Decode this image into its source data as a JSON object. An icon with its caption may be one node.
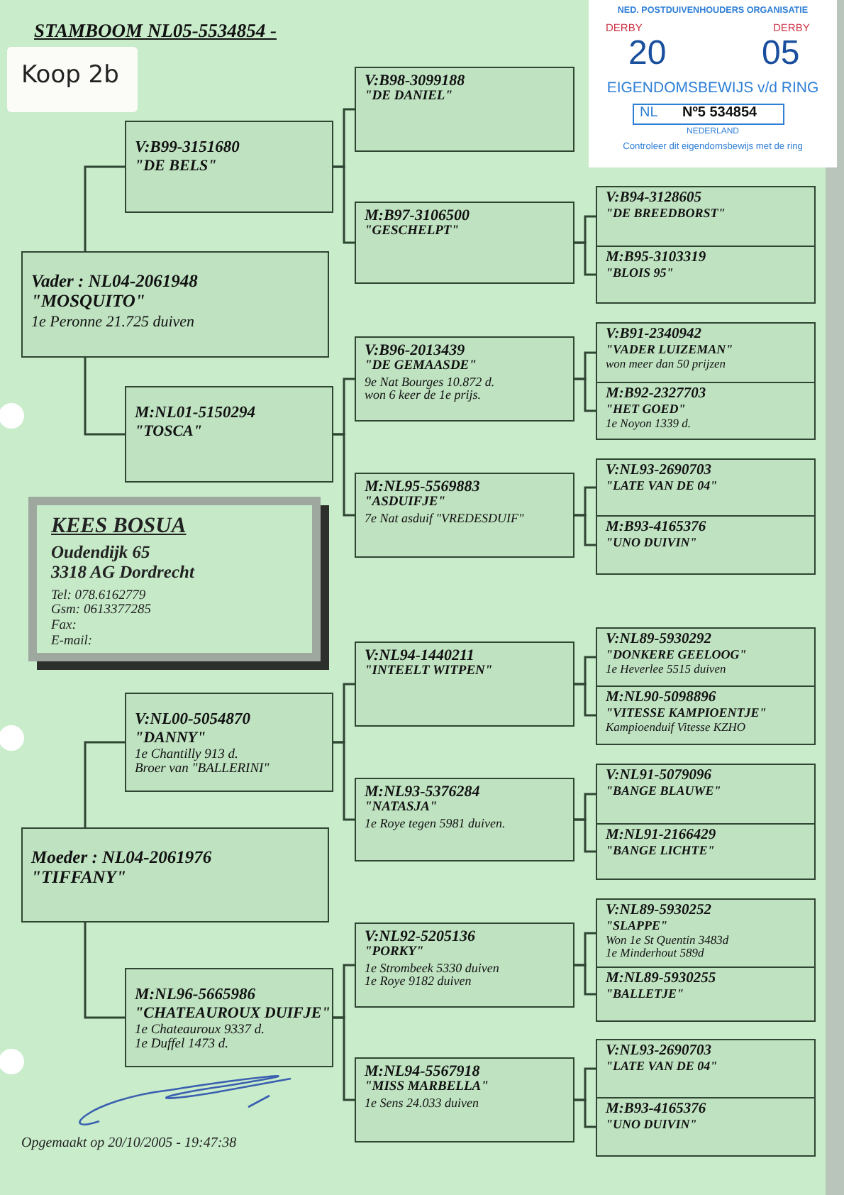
{
  "diagram": {
    "title": "STAMBOOM NL05-5534854 -",
    "nodes": [
      {
        "text": [
          "Koop 2b"
        ]
      },
      {
        "text": [
          "NED. POSTDUIVENHOUDERS ORGANISATIE",
          "DERBY",
          "DERBY",
          "20",
          "05",
          "EIGENDOMSBEWIJS v/d RING",
          "NL",
          "Nº5 534854",
          "NEDERLAND",
          "Controleer dit eigendomsbewijs met de ring"
        ]
      },
      {
        "text": [
          "V:B98-3099188",
          "\"DE DANIEL\""
        ]
      },
      {
        "text": [
          "V:B99-3151680",
          "\"DE BELS\""
        ]
      },
      {
        "text": [
          "V:B94-3128605",
          "\"DE BREEDBORST\""
        ]
      },
      {
        "text": [
          "M:B97-3106500",
          "\"GESCHELPT\""
        ]
      },
      {
        "text": [
          "M:B95-3103319",
          "\"BLOIS 95\""
        ]
      },
      {
        "text": [
          "Vader : NL04-2061948",
          "\"MOSQUITO\"",
          "1e Peronne 21.725 duiven"
        ]
      },
      {
        "text": [
          "V:B91-2340942",
          "\"VADER LUIZEMAN\"",
          "won meer dan 50 prijzen"
        ]
      },
      {
        "text": [
          "V:B96-2013439",
          "\"DE GEMAASDE\"",
          "9e Nat Bourges 10.872 d.",
          "won 6 keer de 1e prijs."
        ]
      },
      {
        "text": [
          "M:B92-2327703",
          "\"HET GOED\"",
          "1e Noyon 1339 d."
        ]
      },
      {
        "text": [
          "M:NL01-5150294",
          "\"TOSCA\""
        ]
      },
      {
        "text": [
          "V:NL93-2690703",
          "\"LATE VAN DE 04\""
        ]
      },
      {
        "text": [
          "M:NL95-5569883",
          "\"ASDUIFJE\"",
          "7e Nat asduif \"VREDESDUIF\""
        ]
      },
      {
        "text": [
          "M:B93-4165376",
          "\"UNO DUIVIN\""
        ]
      },
      {
        "text": [
          "KEES BOSUA",
          "Oudendijk 65",
          "3318 AG Dordrecht",
          "Tel: 078.6162779",
          "Gsm: 0613377285",
          "Fax:",
          "E-mail:"
        ]
      },
      {
        "text": [
          "V:NL89-5930292",
          "\"DONKERE GEELOOG\"",
          "1e Heverlee 5515 duiven"
        ]
      },
      {
        "text": [
          "V:NL94-1440211",
          "\"INTEELT WITPEN\""
        ]
      },
      {
        "text": [
          "M:NL90-5098896",
          "\"VITESSE KAMPIOENTJE\"",
          "Kampioenduif Vitesse KZHO"
        ]
      },
      {
        "text": [
          "V:NL00-5054870",
          "\"DANNY\"",
          "1e Chantilly 913 d.",
          "Broer van \"BALLERINI\""
        ]
      },
      {
        "text": [
          "V:NL91-5079096",
          "\"BANGE BLAUWE\""
        ]
      },
      {
        "text": [
          "M:NL93-5376284",
          "\"NATASJA\"",
          "1e Roye tegen 5981 duiven."
        ]
      },
      {
        "text": [
          "M:NL91-2166429",
          "\"BANGE LICHTE\""
        ]
      },
      {
        "text": [
          "Moeder : NL04-2061976",
          "\"TIFFANY\""
        ]
      },
      {
        "text": [
          "V:NL89-5930252",
          "\"SLAPPE\"",
          "Won 1e St Quentin 3483d",
          "1e Minderhout 589d"
        ]
      },
      {
        "text": [
          "V:NL92-5205136",
          "\"PORKY\"",
          "1e Strombeek 5330 duiven",
          "1e Roye 9182 duiven"
        ]
      },
      {
        "text": [
          "M:NL89-5930255",
          "\"BALLETJE\""
        ]
      },
      {
        "text": [
          "M:NL96-5665986",
          "\"CHATEAUROUX DUIFJE\"",
          "1e Chateauroux 9337 d.",
          "1e Duffel 1473 d."
        ]
      },
      {
        "text": [
          "V:NL93-2690703",
          "\"LATE VAN DE 04\""
        ]
      },
      {
        "text": [
          "M:NL94-5567918",
          "\"MISS MARBELLA\"",
          "1e Sens 24.033 duiven"
        ]
      },
      {
        "text": [
          "M:B93-4165376",
          "\"UNO DUIVIN\""
        ]
      }
    ],
    "edges": [
      {
        "from": 7,
        "to": 3,
        "arrow": "none"
      },
      {
        "from": 7,
        "to": 11,
        "arrow": "none"
      },
      {
        "from": 3,
        "to": 2,
        "arrow": "none"
      },
      {
        "from": 3,
        "to": 5,
        "arrow": "none"
      },
      {
        "from": 5,
        "to": 4,
        "arrow": "none"
      },
      {
        "from": 5,
        "to": 6,
        "arrow": "none"
      },
      {
        "from": 11,
        "to": 9,
        "arrow": "none"
      },
      {
        "from": 11,
        "to": 13,
        "arrow": "none"
      },
      {
        "from": 9,
        "to": 8,
        "arrow": "none"
      },
      {
        "from": 9,
        "to": 10,
        "arrow": "none"
      },
      {
        "from": 13,
        "to": 12,
        "arrow": "none"
      },
      {
        "from": 13,
        "to": 14,
        "arrow": "none"
      },
      {
        "from": 23,
        "to": 19,
        "arrow": "none"
      },
      {
        "from": 23,
        "to": 27,
        "arrow": "none"
      },
      {
        "from": 19,
        "to": 17,
        "arrow": "none"
      },
      {
        "from": 19,
        "to": 21,
        "arrow": "none"
      },
      {
        "from": 17,
        "to": 16,
        "arrow": "none"
      },
      {
        "from": 17,
        "to": 18,
        "arrow": "none"
      },
      {
        "from": 21,
        "to": 20,
        "arrow": "none"
      },
      {
        "from": 21,
        "to": 22,
        "arrow": "none"
      },
      {
        "from": 27,
        "to": 25,
        "arrow": "none"
      },
      {
        "from": 27,
        "to": 29,
        "arrow": "none"
      },
      {
        "from": 25,
        "to": 24,
        "arrow": "none"
      },
      {
        "from": 25,
        "to": 26,
        "arrow": "none"
      },
      {
        "from": 29,
        "to": 28,
        "arrow": "none"
      },
      {
        "from": 29,
        "to": 30,
        "arrow": "none"
      }
    ],
    "labels": [
      "Opgemaakt op 20/10/2005 - 19:47:38"
    ]
  }
}
